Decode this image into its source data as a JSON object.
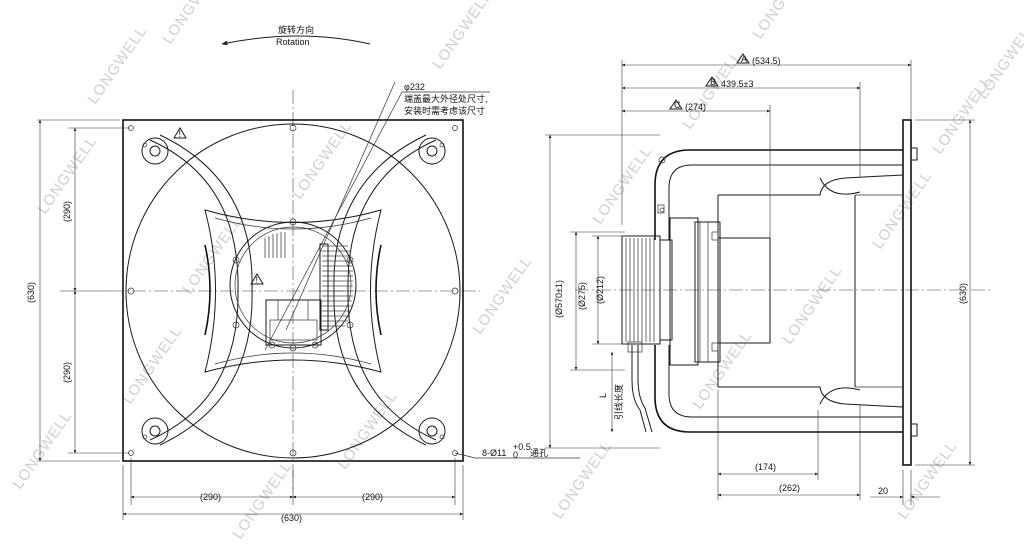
{
  "rotation": {
    "zh": "旋转方向",
    "en": "Rotation"
  },
  "watermark": "LONGWELL",
  "front": {
    "note_dia": "φ232",
    "note_line1": "端盖最大外径处尺寸,",
    "note_line2": "安装时需考虑该尺寸",
    "dim_top_half": "(290)",
    "dim_bottom_half": "(290)",
    "dim_height": "(630)",
    "dim_left_half": "(290)",
    "dim_right_half": "(290)",
    "dim_width": "(630)",
    "holes": "8-Ø11",
    "holes_tol_upper": "+0.5",
    "holes_tol_lower": "0",
    "holes_suffix": "通孔"
  },
  "side": {
    "dim_534": "(534.5)",
    "dim_439": "439.5±3",
    "dim_274": "(274)",
    "dim_570": "(Ø570±1)",
    "dim_275": "(Ø275)",
    "dim_212": "(Ø212)",
    "dim_630": "(630)",
    "dim_174": "(174)",
    "dim_262": "(262)",
    "dim_20": "20",
    "lead_L": "L",
    "lead_text": "引线长度",
    "tri_a": "A",
    "tri_b": "B",
    "tri_c": "C"
  }
}
